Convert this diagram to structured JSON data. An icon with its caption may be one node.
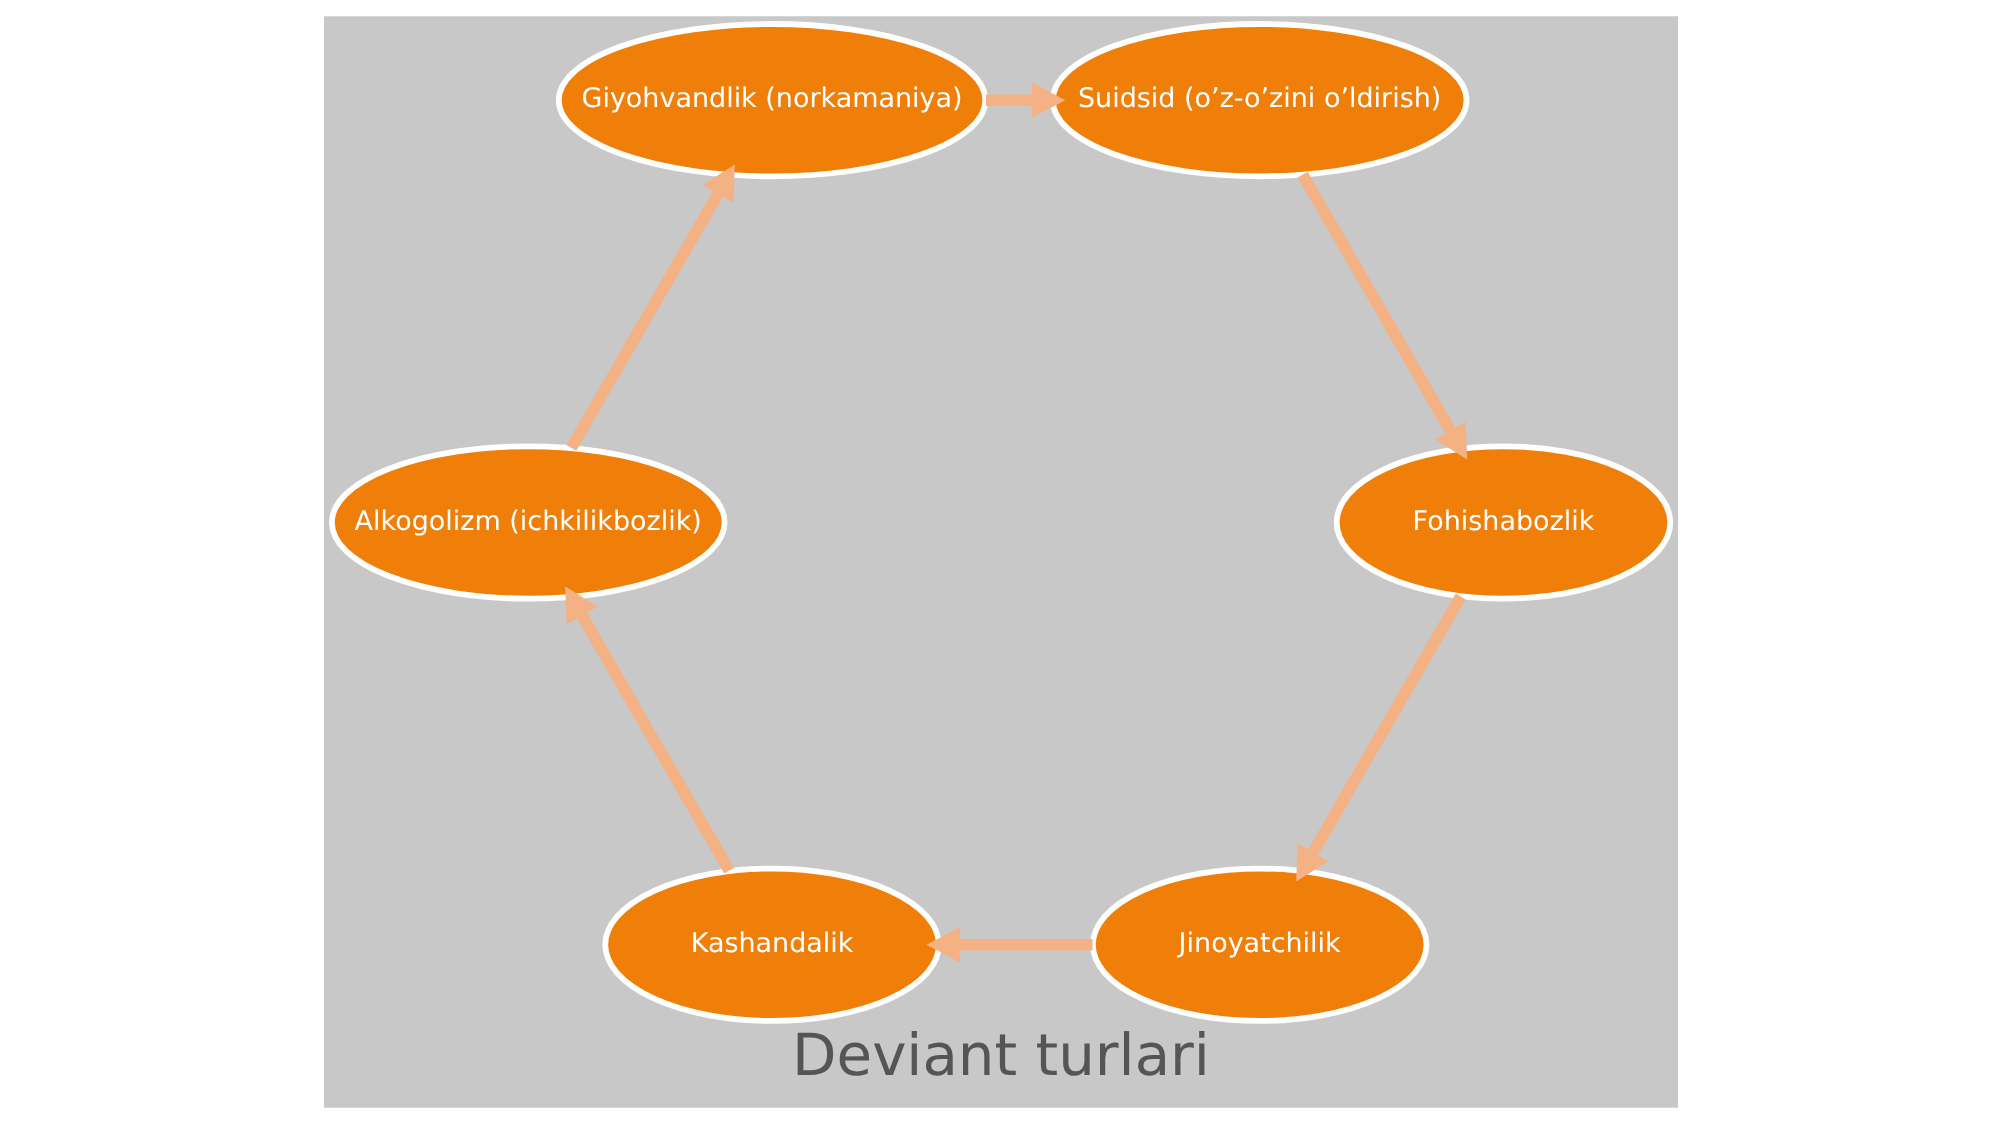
{
  "diagram": {
    "title": "Deviant turlari",
    "nodes": [
      {
        "text": [
          "Jinoyatchilik"
        ]
      },
      {
        "text": [
          "Kashandalik"
        ]
      },
      {
        "text": [
          "Alkogolizm (ichkilikbozlik)"
        ]
      },
      {
        "text": [
          "Giyohvandlik (norkamaniya)"
        ]
      },
      {
        "text": [
          "Suidsid (o’z-o’zini o’ldirish)"
        ]
      },
      {
        "text": [
          "Fohishabozlik"
        ]
      }
    ],
    "edges": [
      {
        "from": 0,
        "to": 1,
        "arrow": "to"
      },
      {
        "from": 1,
        "to": 2,
        "arrow": "to"
      },
      {
        "from": 2,
        "to": 3,
        "arrow": "to"
      },
      {
        "from": 3,
        "to": 4,
        "arrow": "to"
      },
      {
        "from": 4,
        "to": 5,
        "arrow": "to"
      },
      {
        "from": 5,
        "to": 0,
        "arrow": "to"
      }
    ]
  }
}
